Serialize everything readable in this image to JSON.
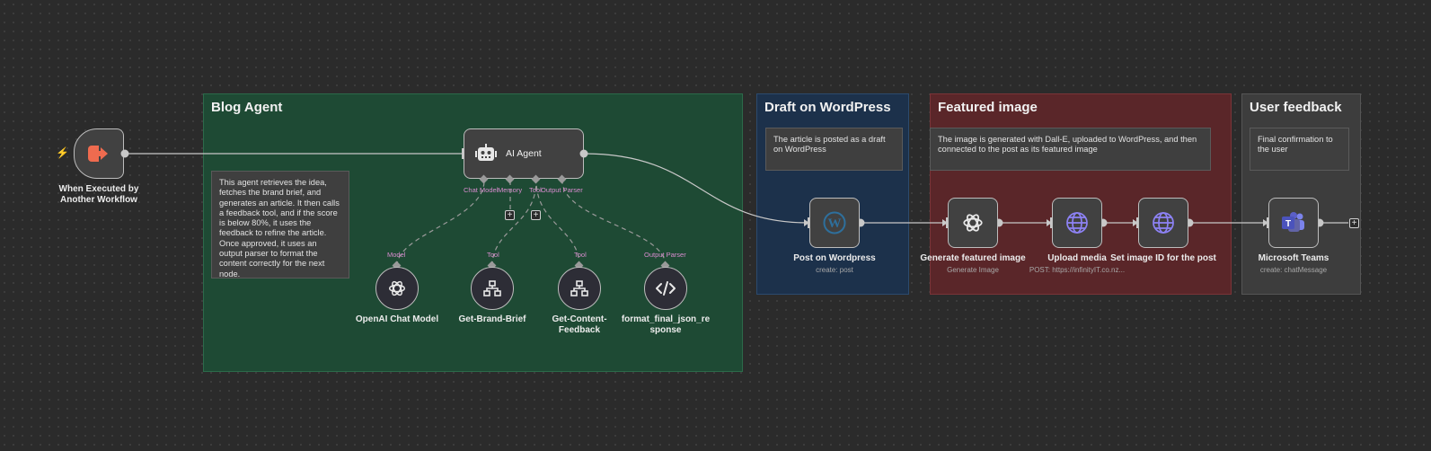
{
  "groups": {
    "blog_agent": "Blog Agent",
    "draft_wp": "Draft on WordPress",
    "featured_image": "Featured image",
    "user_feedback": "User feedback"
  },
  "notes": {
    "blog_agent": "This agent retrieves the idea, fetches the brand brief, and generates an article. It then calls a feedback tool, and if the score is below 80%, it uses the feedback to refine the article. Once approved, it uses an output parser to format the content correctly for the next node.",
    "draft_wp": "The article is posted as a draft on WordPress",
    "featured_image": "The image is generated with Dall-E, uploaded to WordPress, and then connected to the post as its featured image",
    "user_feedback": "Final confirmation to the user"
  },
  "nodes": {
    "trigger": {
      "label": "When Executed by Another Workflow"
    },
    "agent": {
      "label": "AI Agent"
    },
    "post_wp": {
      "label": "Post on Wordpress",
      "sub": "create: post"
    },
    "gen_image": {
      "label": "Generate featured image",
      "sub": "Generate Image"
    },
    "upload_media": {
      "label": "Upload media",
      "sub": "POST: https://infinityIT.co.nz..."
    },
    "set_image": {
      "label": "Set image ID for the post"
    },
    "teams": {
      "label": "Microsoft Teams",
      "sub": "create: chatMessage"
    },
    "openai_model": {
      "label": "OpenAI Chat Model",
      "port": "Model"
    },
    "brand_brief": {
      "label": "Get-Brand-Brief",
      "port": "Tool"
    },
    "content_feedback": {
      "label": "Get-Content-Feedback",
      "port": "Tool"
    },
    "format_json": {
      "label": "format_final_json_response",
      "port": "Output Parser"
    }
  },
  "agent_ports": {
    "chat_model": "Chat Model",
    "memory": "Memory",
    "tool": "Tool",
    "output_parser": "Output Parser"
  },
  "plus": "+",
  "colors": {
    "canvas": "#2b2b2b",
    "blog_agent_group": "#1e4a34",
    "draft_group": "#1c314b",
    "featured_group": "#5a2629",
    "feedback_group": "#3d3d3d",
    "trigger_icon": "#ef6b4f",
    "wordpress": "#2e6f9c",
    "teams": "#5b5fc7",
    "globe": "#8d82f5",
    "port_label": "#d98ccf"
  },
  "icons": {
    "trigger": "sign-in-arrow-icon",
    "agent": "robot-icon",
    "wordpress": "wordpress-icon",
    "openai": "openai-icon",
    "http": "globe-icon",
    "tool": "sitemap-icon",
    "parser": "code-icon",
    "teams": "teams-icon"
  }
}
